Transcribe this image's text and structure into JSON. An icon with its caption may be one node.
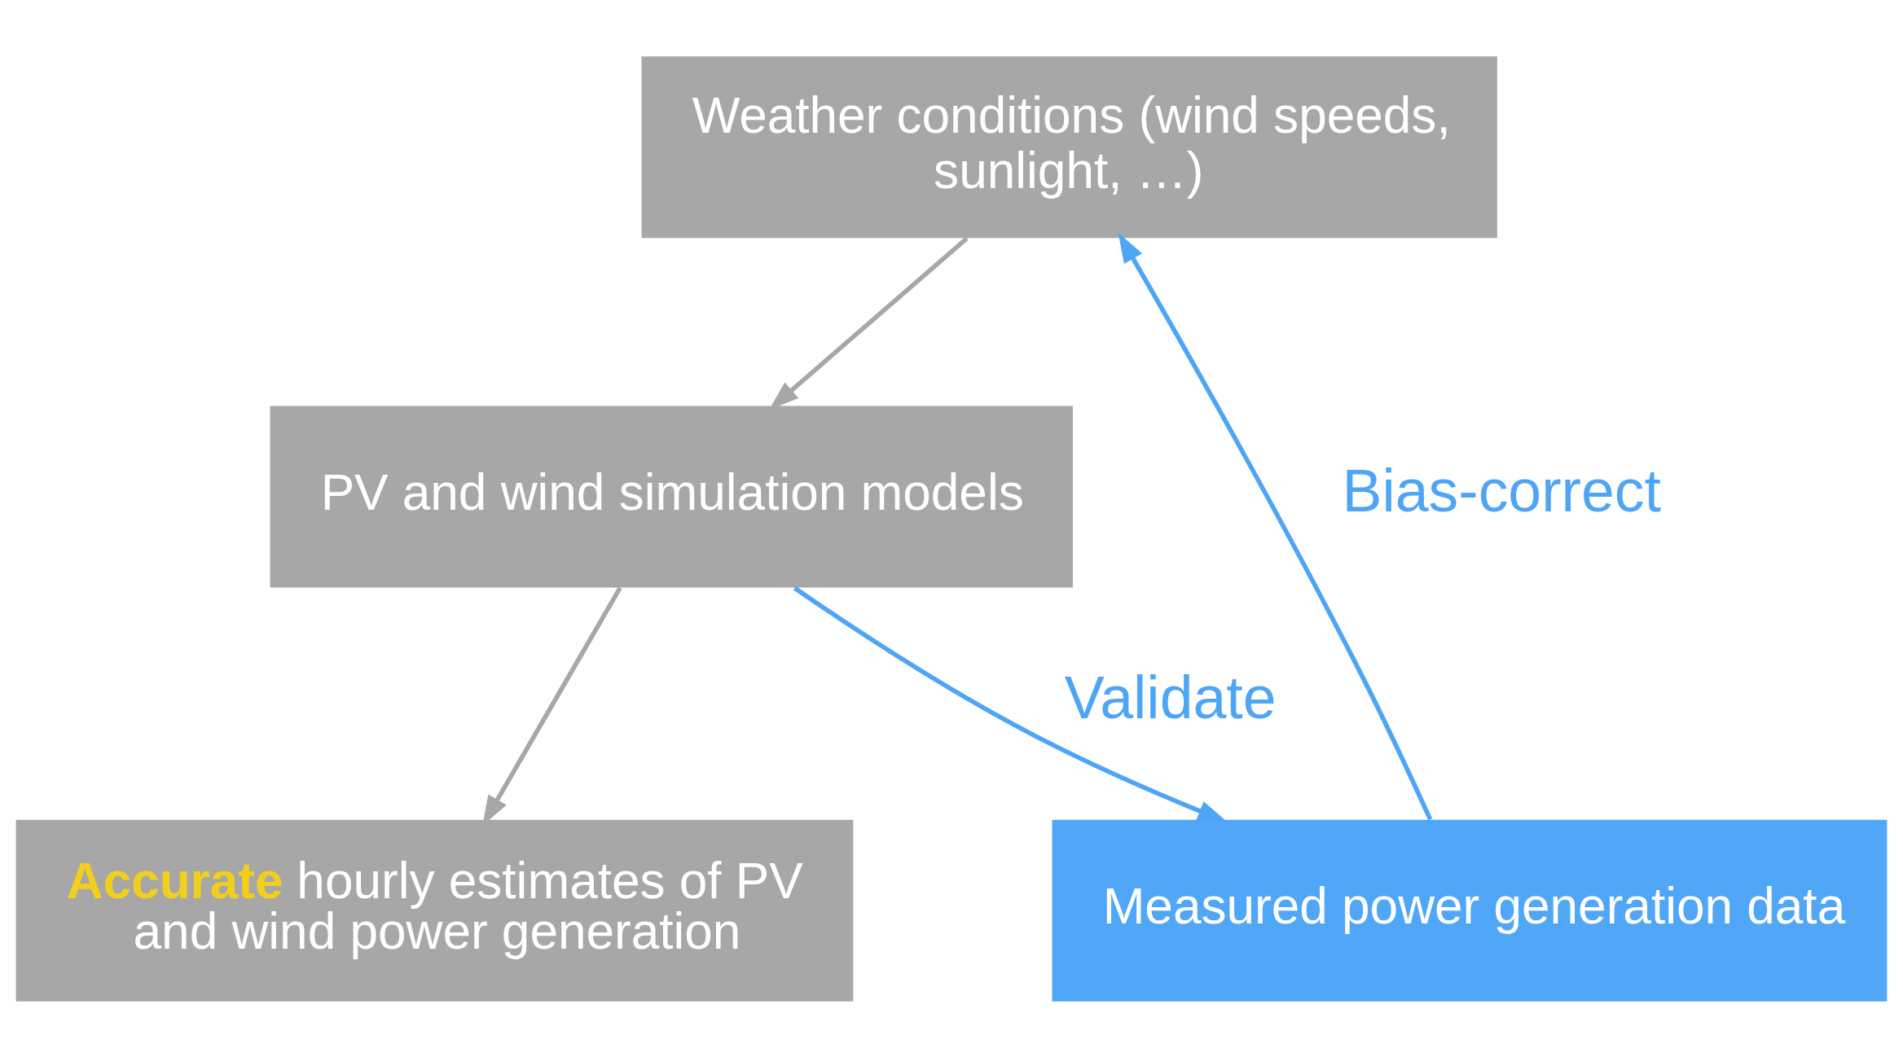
{
  "diagram": {
    "nodes": [
      {
        "text": [
          "Weather conditions (wind speeds, sunlight, …)"
        ]
      },
      {
        "text": [
          "PV and wind simulation models"
        ]
      },
      {
        "text": [
          "**Accurate** hourly estimates of PV and wind power generation"
        ]
      },
      {
        "text": [
          "Measured power generation data"
        ]
      }
    ],
    "edges": [
      {
        "from": 0,
        "to": 1,
        "arrow": "to"
      },
      {
        "from": 1,
        "to": 2,
        "arrow": "to"
      },
      {
        "from": 3,
        "to": 0,
        "arrow": "to",
        "label": "Bias-correct",
        "color": "#4fa5f5"
      },
      {
        "from": 1,
        "to": 3,
        "arrow": "to",
        "label": "Validate",
        "color": "#4fa5f5"
      }
    ]
  }
}
